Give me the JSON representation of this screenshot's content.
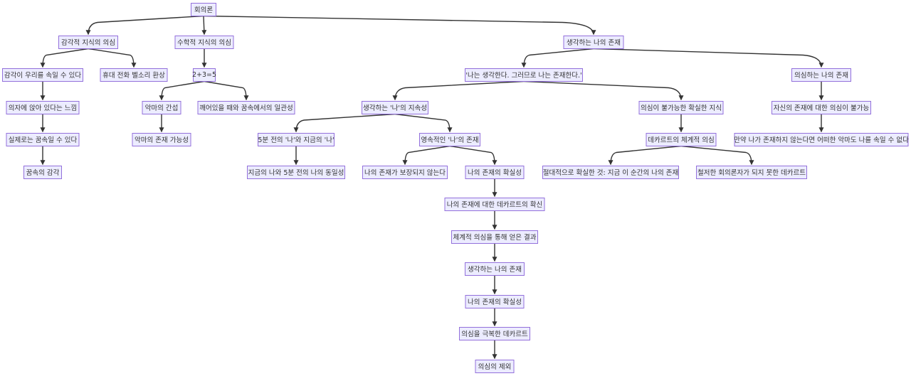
{
  "diagram": {
    "type": "flowchart-top-down",
    "colors": {
      "node_fill": "#ECECFF",
      "node_border": "#9370DB",
      "edge": "#333333"
    },
    "nodes": [
      "회의론",
      "감각적 지식의 의심",
      "수학적 지식의 의심",
      "생각하는 나의 존재",
      "감각이 우리를 속일 수 있다",
      "휴대 전화 벨소리 환상",
      "2+3=5",
      "'나는 생각한다. 그러므로 나는 존재한다.'",
      "의심하는 나의 존재",
      "의자에 앉아 있다는 느낌",
      "악마의 간섭",
      "깨어있을 때와 꿈속에서의 일관성",
      "생각하는 '나'의 지속성",
      "의심이 불가능한 확실한 지식",
      "자신의 존재에 대한 의심이 불가능",
      "실제로는 꿈속일 수 있다",
      "악마의 존재 가능성",
      "5분 전의 '나'와 지금의 '나'",
      "영속적인 '나'의 존재",
      "데카르트의 체계적 의심",
      "만약 나가 존재하지 않는다면 어떠한 악마도 나를 속일 수 없다",
      "꿈속의 감각",
      "지금의 나와 5분 전의 나의 동일성",
      "나의 존재가 보장되지 않는다",
      "나의 존재의 확실성",
      "절대적으로 확실한 것: 지금 이 순간의 나의 존재",
      "철저한 회의론자가 되지 못한 데카르트",
      "나의 존재에 대한 데카르트의 확신",
      "체계적 의심을 통해 얻은 결과",
      "생각하는 나의 존재",
      "나의 존재의 확실성",
      "의심을 극복한 데카르트",
      "의심의 제외"
    ],
    "edges": [
      [
        0,
        1
      ],
      [
        0,
        2
      ],
      [
        0,
        3
      ],
      [
        1,
        4
      ],
      [
        1,
        5
      ],
      [
        2,
        6
      ],
      [
        3,
        7
      ],
      [
        3,
        8
      ],
      [
        4,
        9
      ],
      [
        6,
        10
      ],
      [
        6,
        11
      ],
      [
        7,
        12
      ],
      [
        7,
        13
      ],
      [
        8,
        14
      ],
      [
        9,
        15
      ],
      [
        10,
        16
      ],
      [
        12,
        17
      ],
      [
        12,
        18
      ],
      [
        13,
        19
      ],
      [
        14,
        20
      ],
      [
        15,
        21
      ],
      [
        17,
        22
      ],
      [
        18,
        23
      ],
      [
        18,
        24
      ],
      [
        19,
        25
      ],
      [
        19,
        26
      ],
      [
        24,
        27
      ],
      [
        27,
        28
      ],
      [
        28,
        29
      ],
      [
        29,
        30
      ],
      [
        30,
        31
      ],
      [
        31,
        32
      ]
    ]
  }
}
